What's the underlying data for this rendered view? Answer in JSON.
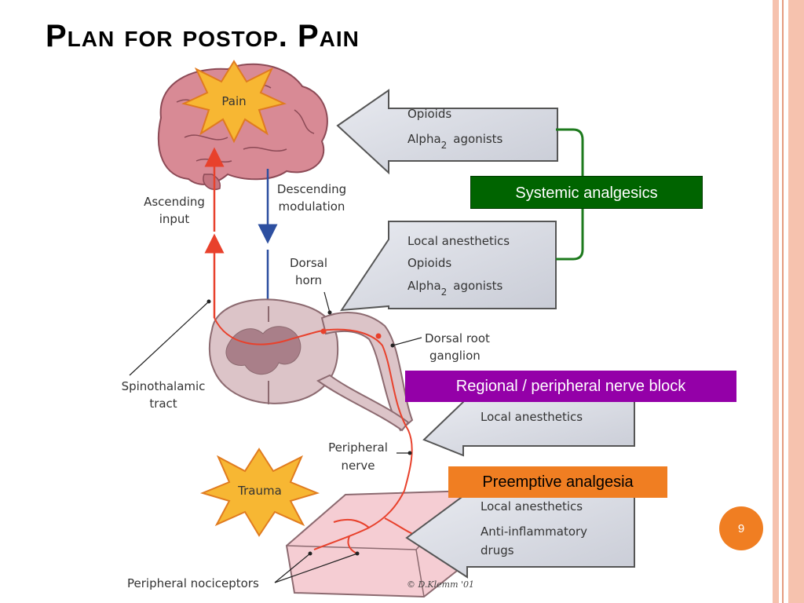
{
  "slide": {
    "title": "Plan for postop. Pain",
    "page_number": "9"
  },
  "diagram": {
    "brain_star": "Pain",
    "trauma_star": "Trauma",
    "ascending": [
      "Ascending",
      "input"
    ],
    "descending": [
      "Descending",
      "modulation"
    ],
    "dorsal_horn": [
      "Dorsal",
      "horn"
    ],
    "dorsal_root_ganglion": [
      "Dorsal root",
      "ganglion"
    ],
    "spinothalamic": [
      "Spinothalamic",
      "tract"
    ],
    "peripheral_nerve": [
      "Peripheral",
      "nerve"
    ],
    "peripheral_nociceptors": "Peripheral nociceptors",
    "copyright": "© D.Klemm '01",
    "box_top": {
      "line1": "Opioids",
      "alpha": "Alpha",
      "sub": "2",
      "agonists": "agonists"
    },
    "box_mid": {
      "line1": "Local anesthetics",
      "line2": "Opioids",
      "alpha": "Alpha",
      "sub": "2",
      "agonists": "agonists"
    },
    "box_regional": {
      "line1": "Local anesthetics"
    },
    "box_bottom": {
      "line1": "Local anesthetics",
      "line2": "Anti-inflammatory",
      "line3": "drugs"
    }
  },
  "callouts": {
    "systemic": "Systemic analgesics",
    "regional": "Regional / peripheral nerve block",
    "preemptive": "Preemptive analgesia"
  },
  "colors": {
    "systemic_bg": "#006400",
    "regional_bg": "#9400a8",
    "preemptive_bg": "#f07e22",
    "page_number_bg": "#f07e22",
    "frame": "#f6c2ae"
  }
}
